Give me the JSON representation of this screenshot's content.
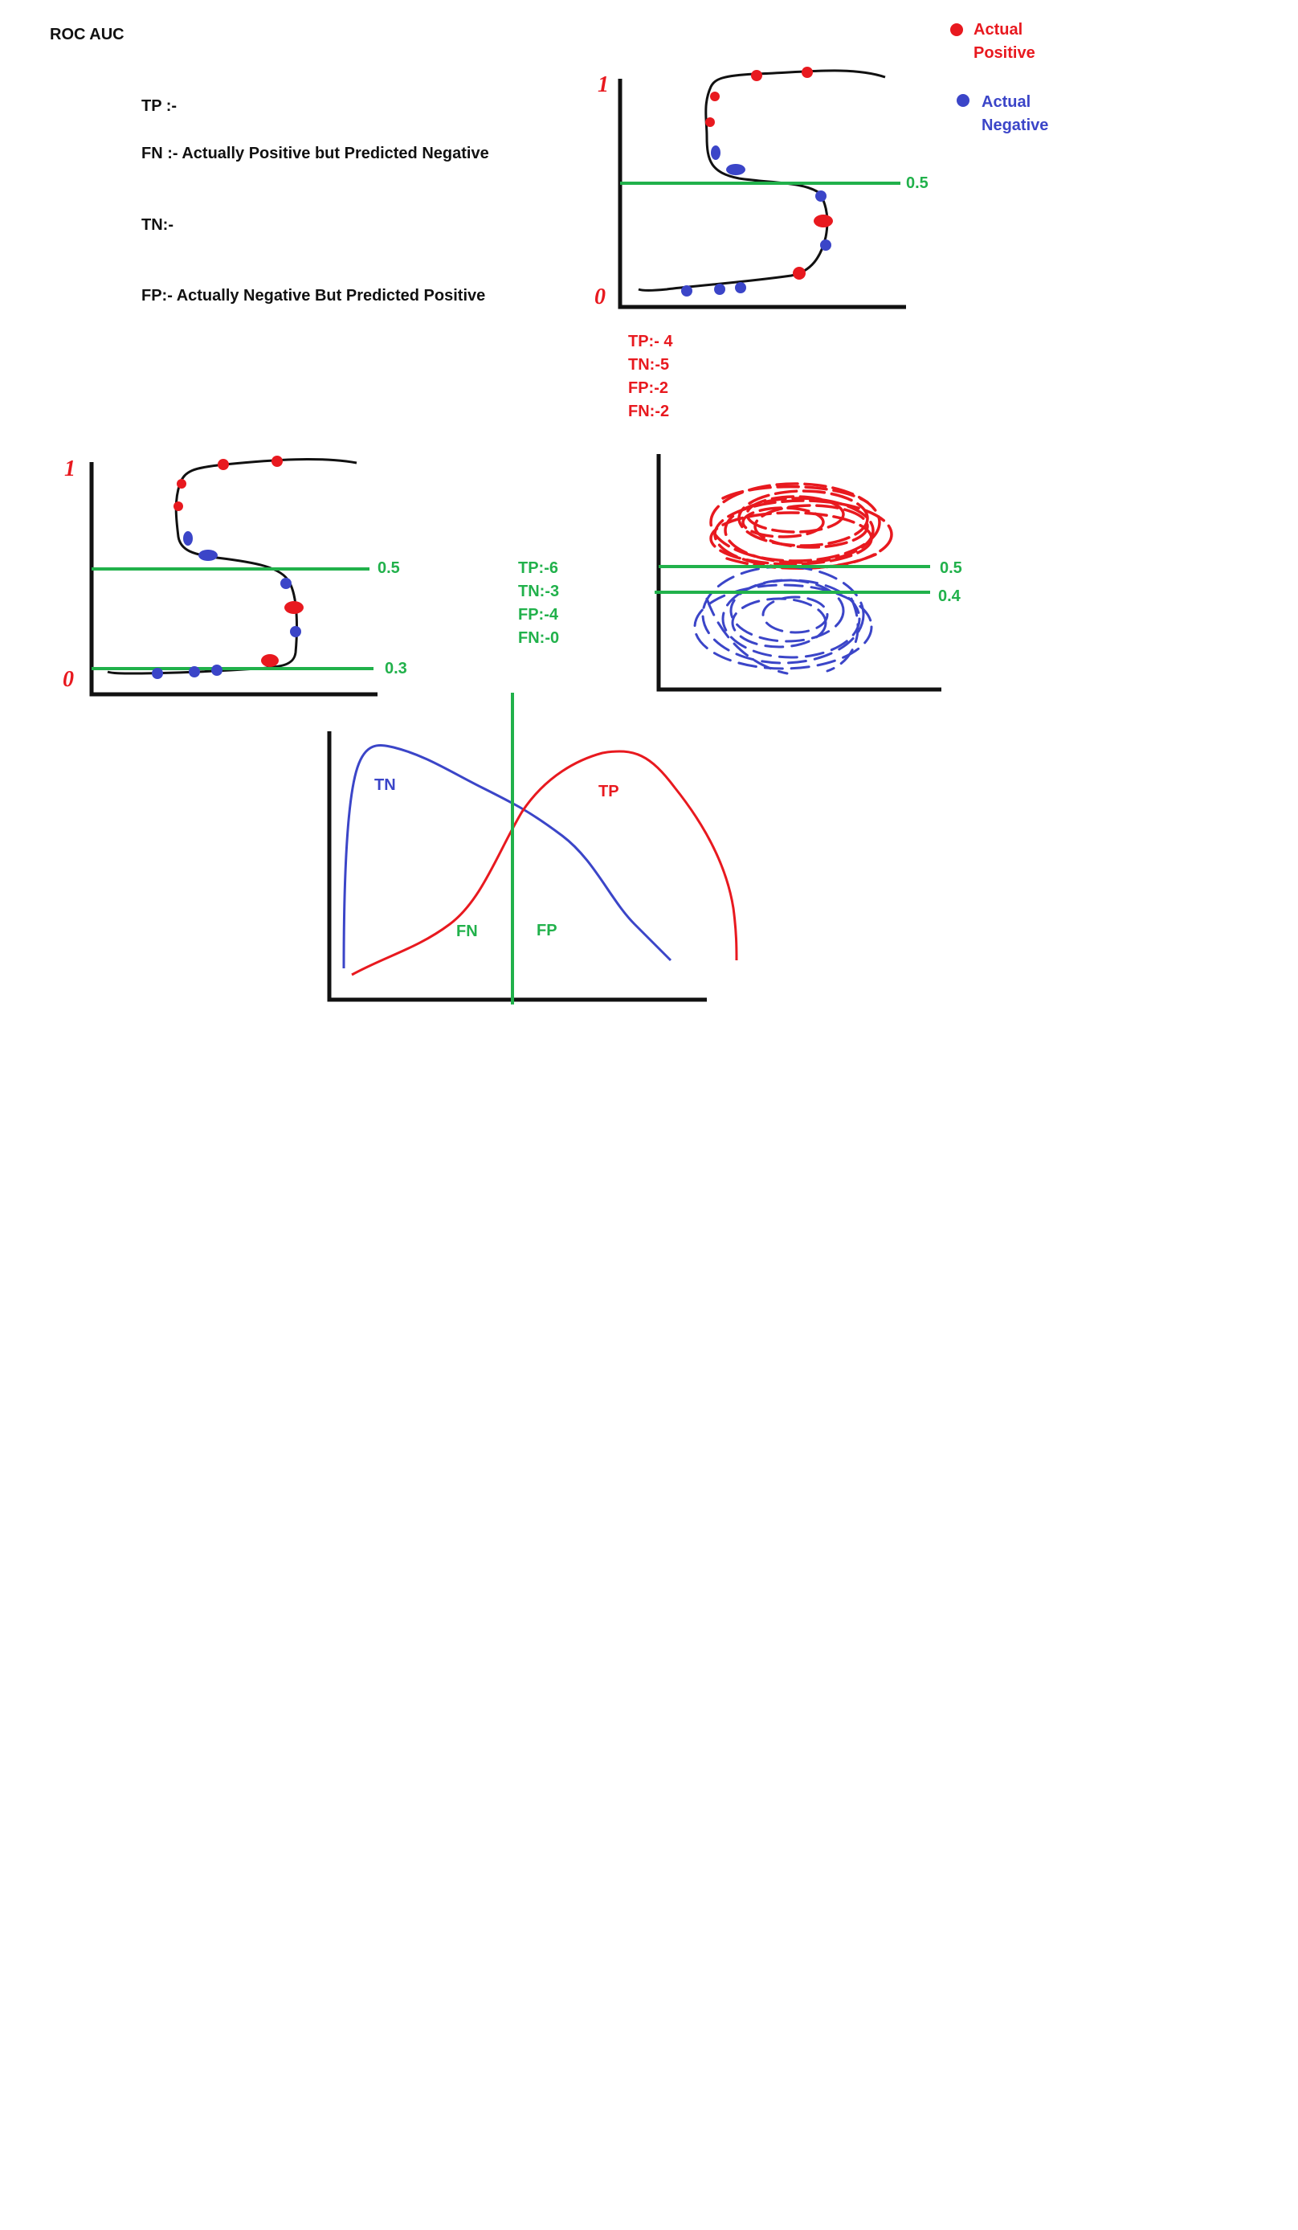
{
  "page": {
    "title": "ROC AUC"
  },
  "definitions": {
    "tp": "TP :-",
    "fn": "FN :- Actually Positive but Predicted Negative",
    "tn": "TN:-",
    "fp": "FP:- Actually Negative But Predicted Positive"
  },
  "legend": {
    "positive": {
      "line1": "Actual",
      "line2": "Positive",
      "color": "#e8191f"
    },
    "negative": {
      "line1": "Actual",
      "line2": "Negative",
      "color": "#3b45c8"
    }
  },
  "plot_top_right": {
    "y_top_label": "1",
    "y_bottom_label": "0",
    "threshold_label": "0.5",
    "counts": [
      "TP:- 4",
      "TN:-5",
      "FP:-2",
      "FN:-2"
    ]
  },
  "plot_left": {
    "y_top_label": "1",
    "y_bottom_label": "0",
    "threshold_upper_label": "0.5",
    "threshold_lower_label": "0.3",
    "counts": [
      "TP:-6",
      "TN:-3",
      "FP:-4",
      "FN:-0"
    ]
  },
  "plot_cluster": {
    "threshold_upper_label": "0.5",
    "threshold_lower_label": "0.4"
  },
  "plot_distributions": {
    "tn_label": "TN",
    "tp_label": "TP",
    "fn_label": "FN",
    "fp_label": "FP"
  },
  "colors": {
    "positive": "#e8191f",
    "negative": "#3b45c8",
    "threshold": "#21b14b",
    "ink": "#111111"
  }
}
